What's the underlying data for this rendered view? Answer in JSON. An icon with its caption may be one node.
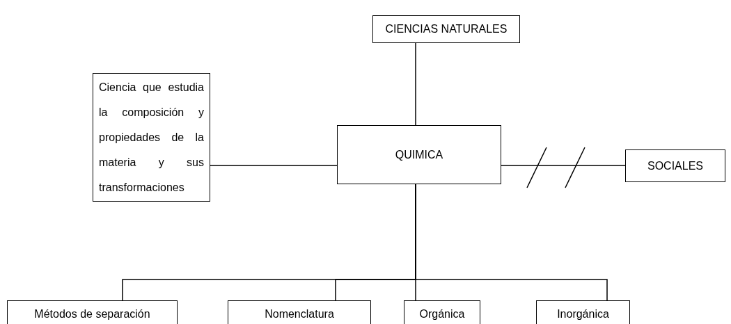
{
  "diagram": {
    "nodes": [
      {
        "text": [
          "CIENCIAS NATURALES"
        ]
      },
      {
        "text": [
          "QUIMICA"
        ]
      },
      {
        "text": [
          "Ciencia que estudia la composición y propiedades de la materia y sus transformaciones"
        ]
      },
      {
        "text": [
          "SOCIALES"
        ]
      },
      {
        "text": [
          "Métodos de separación"
        ]
      },
      {
        "text": [
          "Nomenclatura"
        ]
      },
      {
        "text": [
          "Orgánica"
        ]
      },
      {
        "text": [
          "Inorgánica"
        ]
      }
    ],
    "edges": [
      {
        "from": 0,
        "to": 1,
        "arrow": "none"
      },
      {
        "from": 2,
        "to": 1,
        "arrow": "none"
      },
      {
        "from": 1,
        "to": 3,
        "arrow": "none"
      },
      {
        "from": 1,
        "to": 4,
        "arrow": "none"
      },
      {
        "from": 1,
        "to": 5,
        "arrow": "none"
      },
      {
        "from": 1,
        "to": 6,
        "arrow": "none"
      },
      {
        "from": 1,
        "to": 7,
        "arrow": "none"
      }
    ]
  }
}
